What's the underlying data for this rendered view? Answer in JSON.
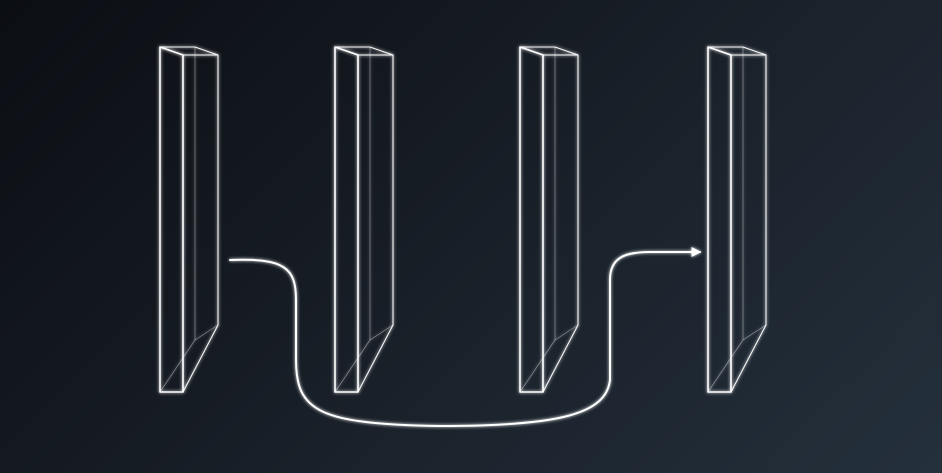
{
  "diagram": {
    "type": "residual-block",
    "layers": [
      {
        "id": "layer-1"
      },
      {
        "id": "layer-2"
      },
      {
        "id": "layer-3"
      },
      {
        "id": "layer-4"
      }
    ],
    "connections": [
      {
        "from": "input",
        "to": "layer-1",
        "kind": "forward"
      },
      {
        "from": "layer-1",
        "to": "layer-2",
        "kind": "forward"
      },
      {
        "from": "layer-2",
        "to": "layer-3",
        "kind": "forward"
      },
      {
        "from": "layer-3",
        "to": "layer-4",
        "kind": "forward"
      },
      {
        "from": "layer-4",
        "to": "output",
        "kind": "forward"
      },
      {
        "from": "layer-1",
        "to": "layer-4",
        "kind": "skip"
      }
    ],
    "colors": {
      "stroke": "#ffffff",
      "background_start": "#0b0e13",
      "background_end": "#24303c"
    }
  }
}
